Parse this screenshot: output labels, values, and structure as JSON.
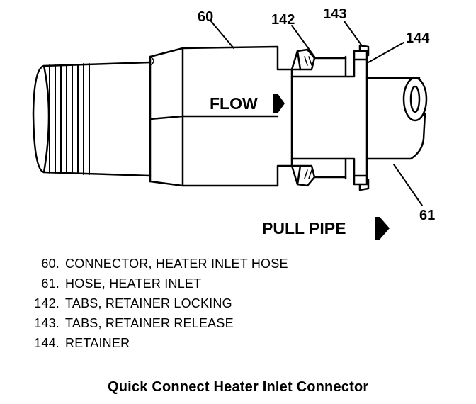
{
  "callouts": {
    "connector": "60",
    "locking_tabs": "142",
    "release_tabs": "143",
    "retainer": "144",
    "hose": "61"
  },
  "labels": {
    "flow": "FLOW",
    "pull_pipe": "PULL PIPE"
  },
  "legend": [
    {
      "num": "60.",
      "text": "CONNECTOR, HEATER INLET HOSE"
    },
    {
      "num": "61.",
      "text": "HOSE, HEATER INLET"
    },
    {
      "num": "142.",
      "text": "TABS, RETAINER LOCKING"
    },
    {
      "num": "143.",
      "text": "TABS, RETAINER RELEASE"
    },
    {
      "num": "144.",
      "text": "RETAINER"
    }
  ],
  "caption": "Quick Connect Heater Inlet Connector"
}
